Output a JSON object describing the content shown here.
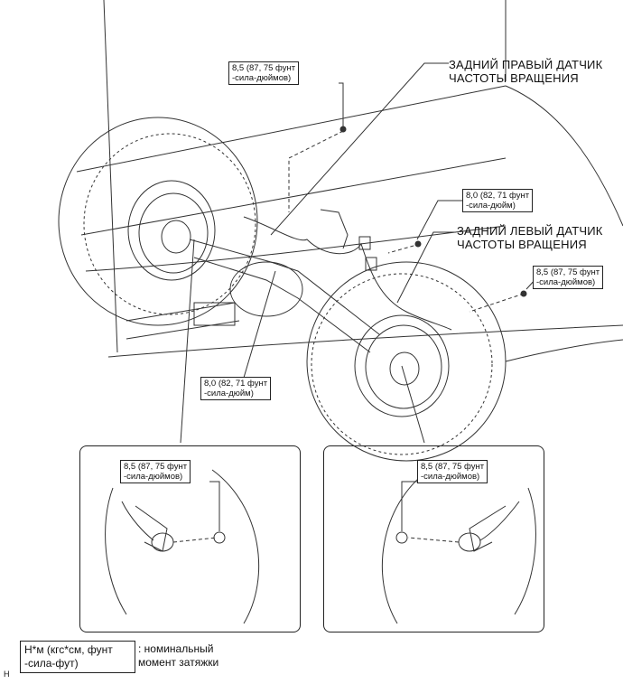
{
  "torque_labels": {
    "top_left": [
      "8,5 (87, 75 фунт",
      "-сила-дюймов)"
    ],
    "mid_right": [
      "8,0 (82, 71 фунт",
      "-сила-дюйм)"
    ],
    "far_right": [
      "8,5 (87, 75 фунт",
      "-сила-дюймов)"
    ],
    "center": [
      "8,0 (82, 71 фунт",
      "-сила-дюйм)"
    ],
    "inset_left": [
      "8,5 (87, 75 фунт",
      "-сила-дюймов)"
    ],
    "inset_right": [
      "8,5 (87, 75 фунт",
      "-сила-дюймов)"
    ]
  },
  "callouts": {
    "rear_right_sensor": [
      "ЗАДНИЙ ПРАВЫЙ ДАТЧИК",
      "ЧАСТОТЫ ВРАЩЕНИЯ"
    ],
    "rear_left_sensor": [
      "ЗАДНИЙ ЛЕВЫЙ ДАТЧИК",
      "ЧАСТОТЫ ВРАЩЕНИЯ"
    ]
  },
  "legend": {
    "unit": [
      "Н*м (кгс*см, фунт",
      "-сила-фут)"
    ],
    "meaning": [
      ": номинальный",
      "момент затяжки"
    ]
  },
  "corner_mark": "H"
}
